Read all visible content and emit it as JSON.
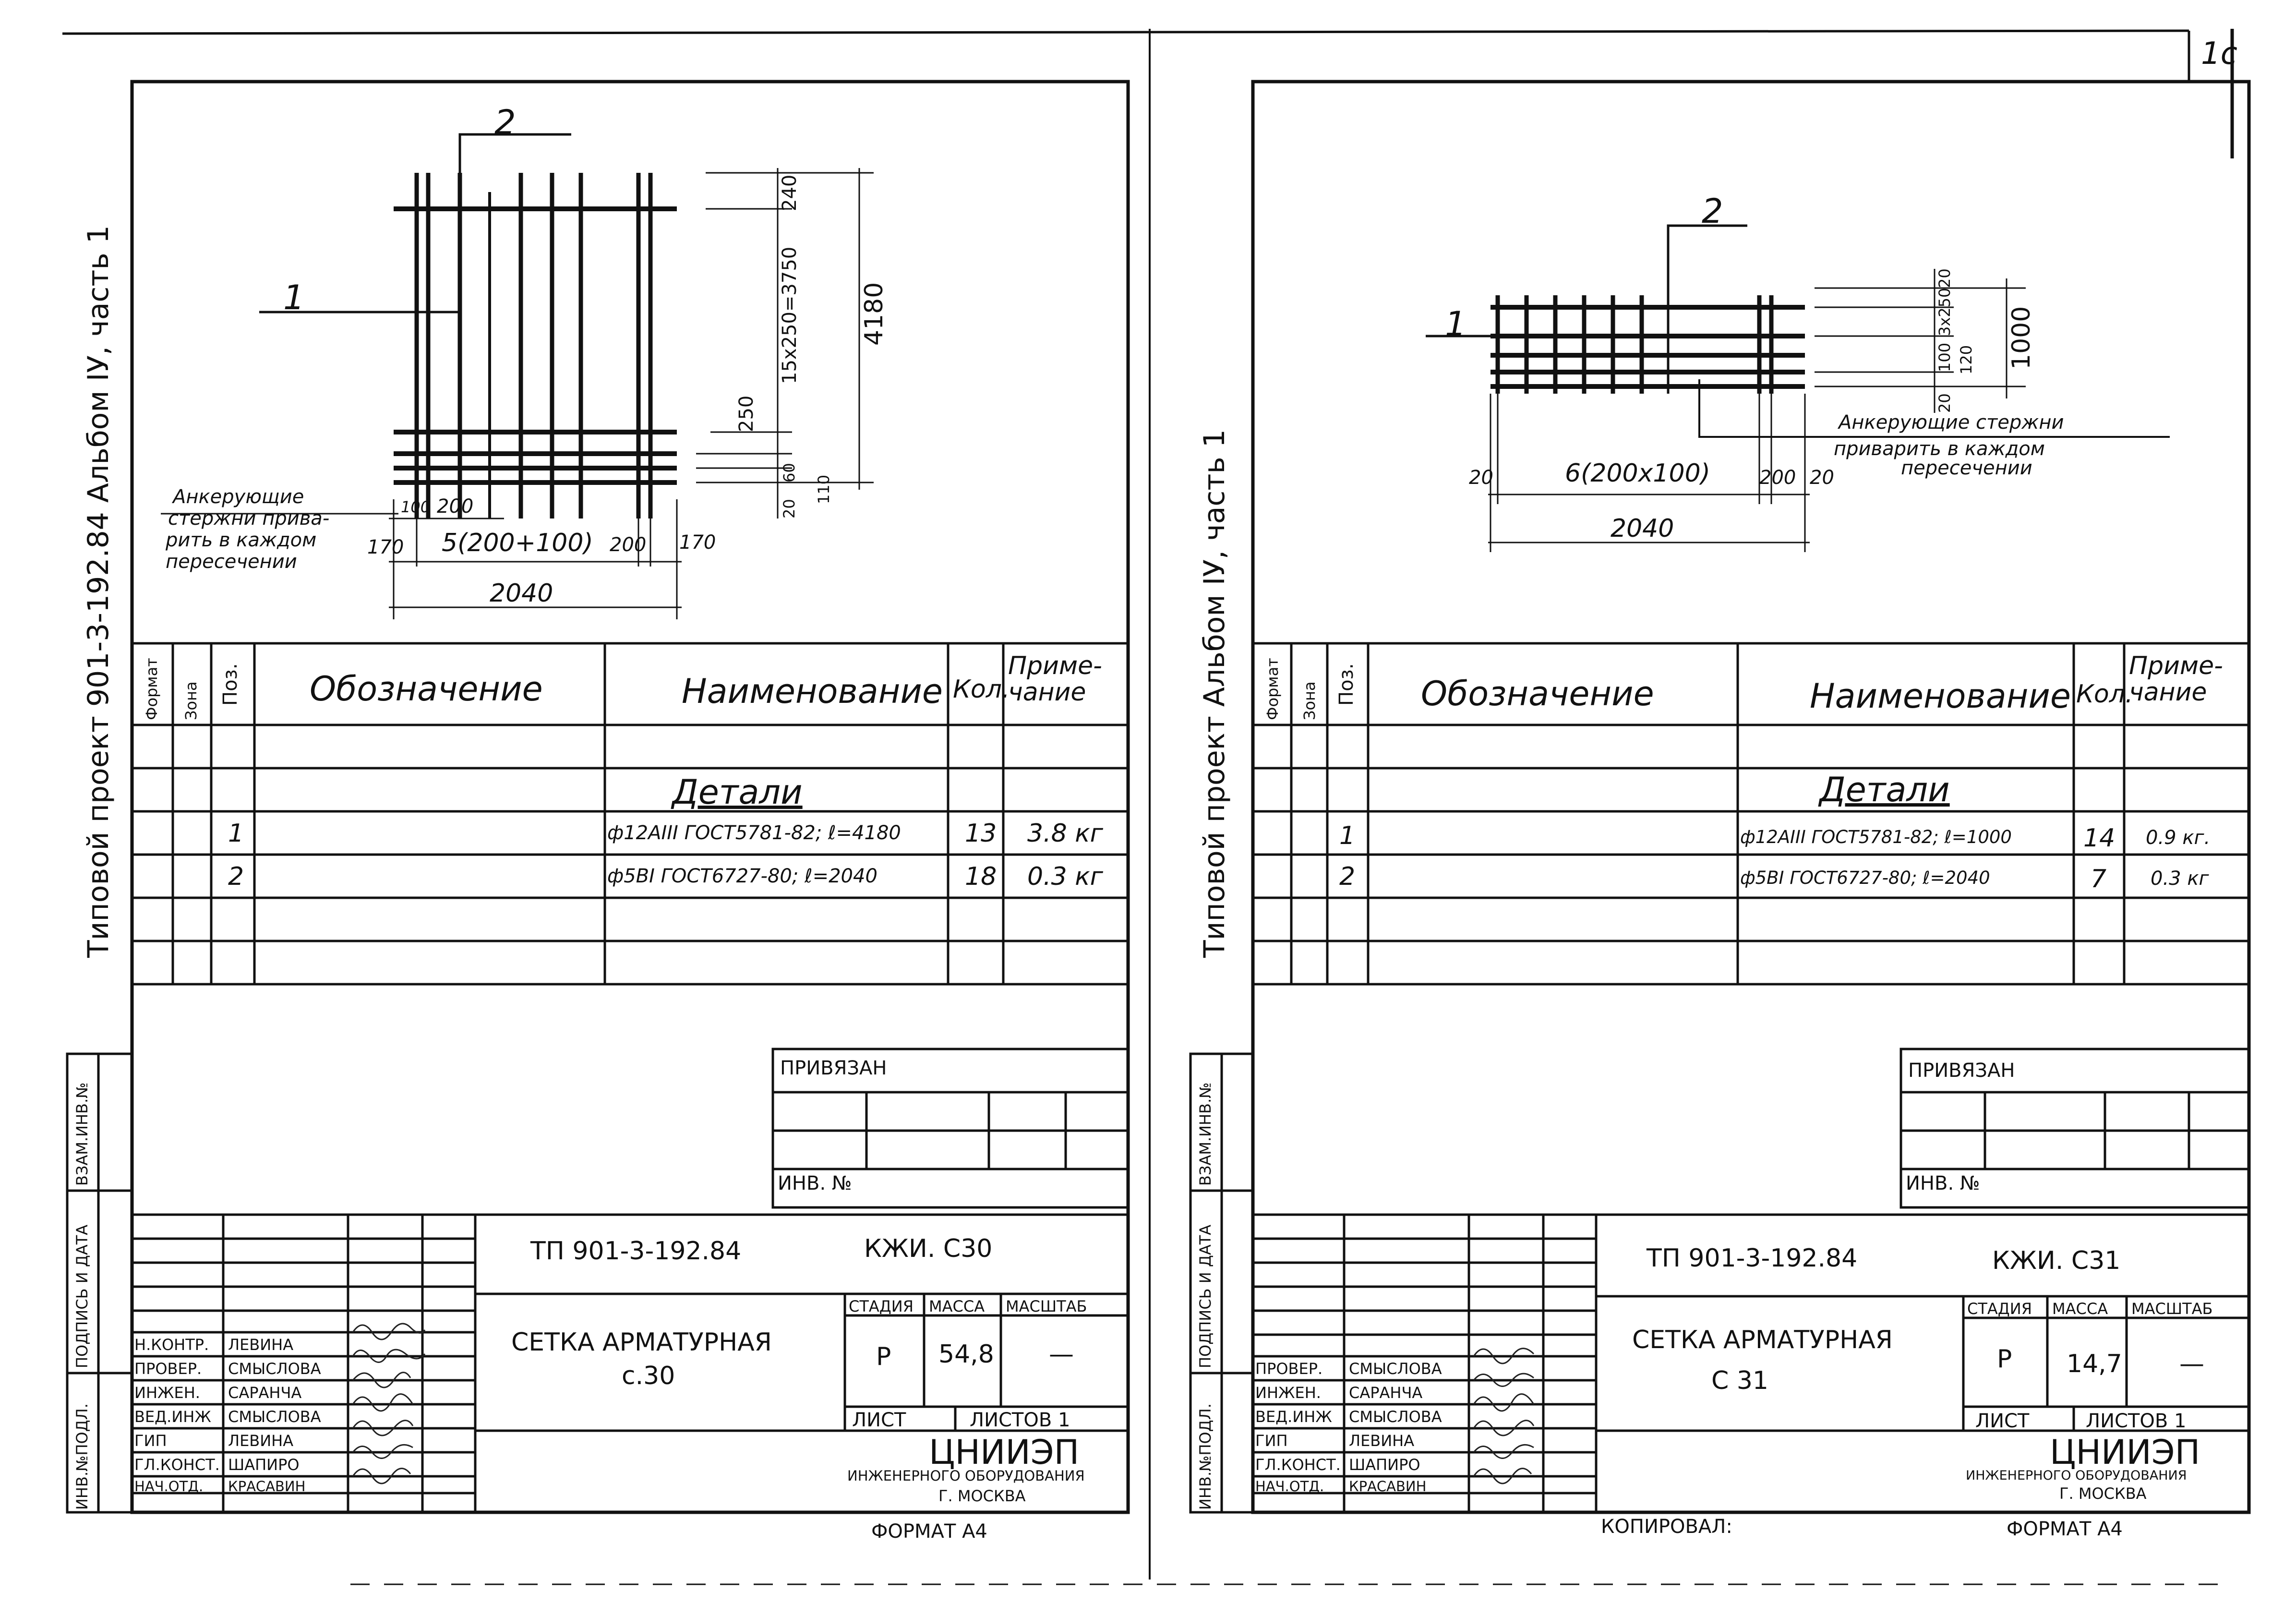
{
  "corner_mark": "1c",
  "sheets": [
    {
      "side_label": "Типовой проект 901-3-192.84 Альбом IУ, часть 1",
      "drawing": {
        "callout_1": "1",
        "callout_2": "2",
        "note": [
          "Анкерующие",
          "стержни прива-",
          "рить в каждом",
          "пересечении"
        ],
        "dims": {
          "d100": "100",
          "d200a": "200",
          "d170a": "170",
          "d5x": "5(200+100)",
          "d200b": "200",
          "d170b": "170",
          "d2040": "2040",
          "d240": "240",
          "d15x": "15х250=3750",
          "d4180": "4180",
          "d250": "250",
          "d60": "60",
          "d110": "110",
          "d20": "20"
        }
      },
      "spec": {
        "headers": {
          "format": "Формат",
          "zone": "Зона",
          "pos": "Поз.",
          "designation": "Обозначение",
          "name": "Наименование",
          "qty": "Кол.",
          "note": "Приме- чание"
        },
        "section": "Детали",
        "rows": [
          {
            "pos": "1",
            "name": "ф12АIII ГОСТ5781-82; ℓ=4180",
            "qty": "13",
            "note": "3.8 кг"
          },
          {
            "pos": "2",
            "name": "ф5ВI ГОСТ6727-80; ℓ=2040",
            "qty": "18",
            "note": "0.3 кг"
          }
        ]
      },
      "privyazan": "Привязан",
      "inv_no": "Инв. №",
      "side_stamp": [
        "Инв.№подл.",
        "Подпись и дата",
        "Взам.инв.№"
      ],
      "code": "ТП 901-3-192.84",
      "mark": "КЖИ. С30",
      "title": [
        "Сетка арматурная",
        "с.30"
      ],
      "stage_h": "Стадия",
      "mass_h": "Масса",
      "scale_h": "Масштаб",
      "stage": "Р",
      "mass": "54,8",
      "scale": "—",
      "list": "Лист",
      "lists": "Листов 1",
      "org": [
        "ЦНИИЭП",
        "инженерного оборудования",
        "г. Москва"
      ],
      "people": [
        {
          "role": "Н.контр.",
          "name": "Левина"
        },
        {
          "role": "Провер.",
          "name": "Смыслова"
        },
        {
          "role": "Инжен.",
          "name": "Саранча"
        },
        {
          "role": "Вед.инж",
          "name": "Смыслова"
        },
        {
          "role": "ГИП",
          "name": "Левина"
        },
        {
          "role": "Гл.конст.",
          "name": "Шапиро"
        },
        {
          "role": "Нач.отд.",
          "name": "Красавин"
        }
      ],
      "format": "Формат А4"
    },
    {
      "side_label": "Типовой проект Альбом IУ, часть 1",
      "drawing": {
        "callout_1": "1",
        "callout_2": "2",
        "note": [
          "Анкерующие стержни",
          "приварить в каждом",
          "пересечении"
        ],
        "dims": {
          "d20a": "20",
          "d6x": "6(200х100)",
          "d200": "200",
          "d20b": "20",
          "d2040": "2040",
          "d20c": "20",
          "d3x": "3х250",
          "d100s": "100",
          "d20d": "20",
          "d120": "120",
          "d1000": "1000"
        }
      },
      "spec": {
        "headers": {
          "format": "Формат",
          "zone": "Зона",
          "pos": "Поз.",
          "designation": "Обозначение",
          "name": "Наименование",
          "qty": "Кол.",
          "note": "Приме- чание"
        },
        "section": "Детали",
        "rows": [
          {
            "pos": "1",
            "name": "ф12АIII ГОСТ5781-82; ℓ=1000",
            "qty": "14",
            "note": "0.9 кг."
          },
          {
            "pos": "2",
            "name": "ф5ВI ГОСТ6727-80; ℓ=2040",
            "qty": "7",
            "note": "0.3 кг"
          }
        ]
      },
      "privyazan": "Привязан",
      "inv_no": "Инв. №",
      "side_stamp": [
        "Инв.№подл.",
        "Подпись и дата",
        "Взам.инв.№"
      ],
      "code": "ТП 901-3-192.84",
      "mark": "КЖИ. С31",
      "title": [
        "Сетка арматурная",
        "С 31"
      ],
      "stage_h": "Стадия",
      "mass_h": "Масса",
      "scale_h": "Масштаб",
      "stage": "Р",
      "mass": "14,7",
      "scale": "—",
      "list": "Лист",
      "lists": "Листов 1",
      "org": [
        "ЦНИИЭП",
        "инженерного оборудования",
        "г. Москва"
      ],
      "people": [
        {
          "role": "Провер.",
          "name": "Смыслова"
        },
        {
          "role": "Инжен.",
          "name": "Саранча"
        },
        {
          "role": "Вед.инж",
          "name": "Смыслова"
        },
        {
          "role": "ГИП",
          "name": "Левина"
        },
        {
          "role": "Гл.конст.",
          "name": "Шапиро"
        },
        {
          "role": "Нач.отд.",
          "name": "Красавин"
        }
      ],
      "copied": "Копировал:",
      "format": "Формат А4"
    }
  ]
}
